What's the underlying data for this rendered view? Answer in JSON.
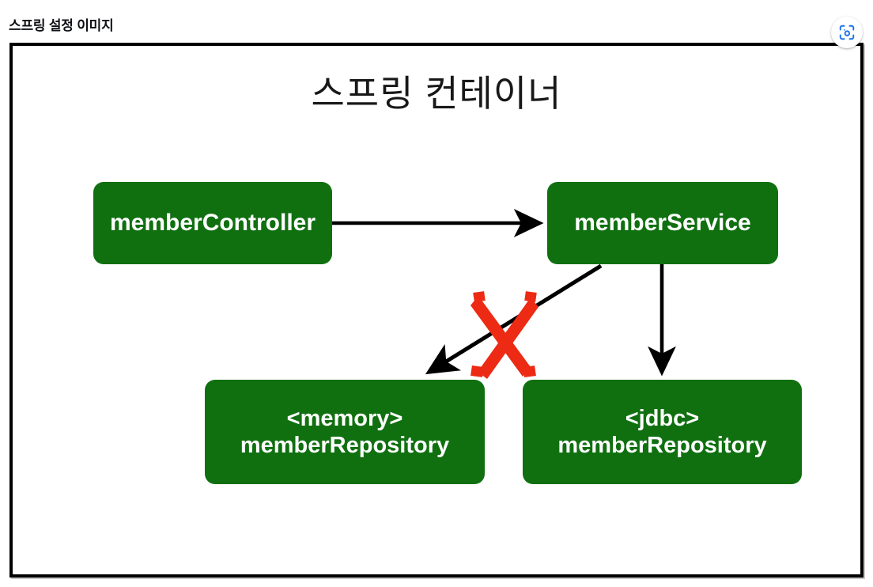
{
  "header": {
    "title": "스프링 설정 이미지",
    "lens_button": {
      "name": "google-lens-button",
      "icon": "lens-camera-icon",
      "color": "#1A73E8"
    }
  },
  "diagram": {
    "title": "스프링 컨테이너",
    "frame_border_color": "#000000",
    "background": "#ffffff",
    "node_color": "#107010",
    "node_text_color": "#FFFFFF",
    "arrow_color": "#000000",
    "cross_color": "#ED2A14",
    "nodes": [
      {
        "id": "memberController",
        "line1": "memberController",
        "line2": ""
      },
      {
        "id": "memberService",
        "line1": "memberService",
        "line2": ""
      },
      {
        "id": "memoryMemberRepository",
        "line1": "<memory>",
        "line2": "memberRepository"
      },
      {
        "id": "jdbcMemberRepository",
        "line1": "<jdbc>",
        "line2": "memberRepository"
      }
    ],
    "edges": [
      {
        "id": "controller-to-service",
        "from": "memberController",
        "to": "memberService",
        "style": "solid-arrow",
        "crossed_out": false
      },
      {
        "id": "service-to-memory",
        "from": "memberService",
        "to": "memoryMemberRepository",
        "style": "solid-arrow",
        "crossed_out": true
      },
      {
        "id": "service-to-jdbc",
        "from": "memberService",
        "to": "jdbcMemberRepository",
        "style": "solid-arrow",
        "crossed_out": false
      }
    ],
    "annotations": [
      {
        "id": "disabled-cross",
        "symbol": "X",
        "color": "#ED2A14",
        "meaning": "connection-disabled"
      }
    ]
  }
}
